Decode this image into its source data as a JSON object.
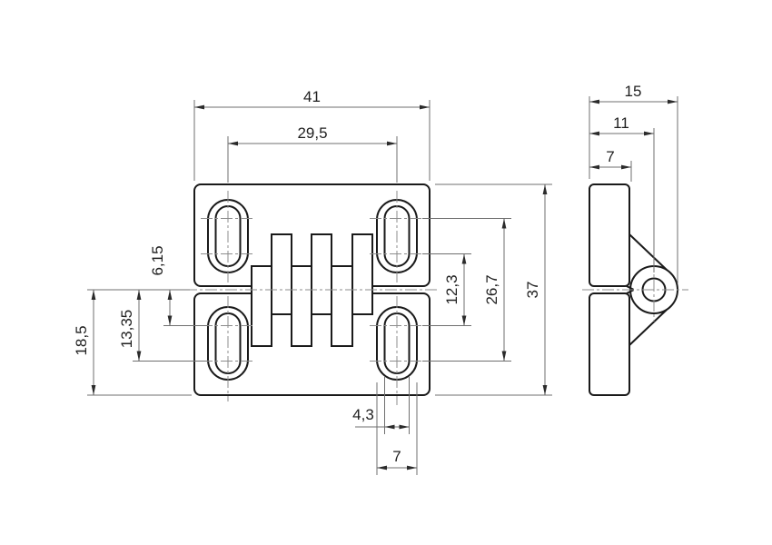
{
  "drawing": {
    "type": "technical-orthographic-drawing",
    "part": "hinge-two-leaves-with-slotted-holes",
    "views": {
      "front": "front-view",
      "side": "side-view"
    },
    "colors": {
      "background": "#ffffff",
      "object_line": "#1a1a1a",
      "thin_line": "#6f6f6f",
      "centerline": "#8c8c8c",
      "text": "#1f1f1f"
    },
    "dim_labels": {
      "front_width": "41",
      "front_hole_spacing": "29,5",
      "front_slot_near": "6,15",
      "front_slot_far": "13,35",
      "front_half_height": "18,5",
      "front_near_span": "12,3",
      "front_far_span": "26,7",
      "front_total_height": "37",
      "front_slot_width": "4,3",
      "front_cbore_width": "7",
      "side_total_depth": "15",
      "side_pin_offset": "11",
      "side_thickness": "7"
    }
  }
}
